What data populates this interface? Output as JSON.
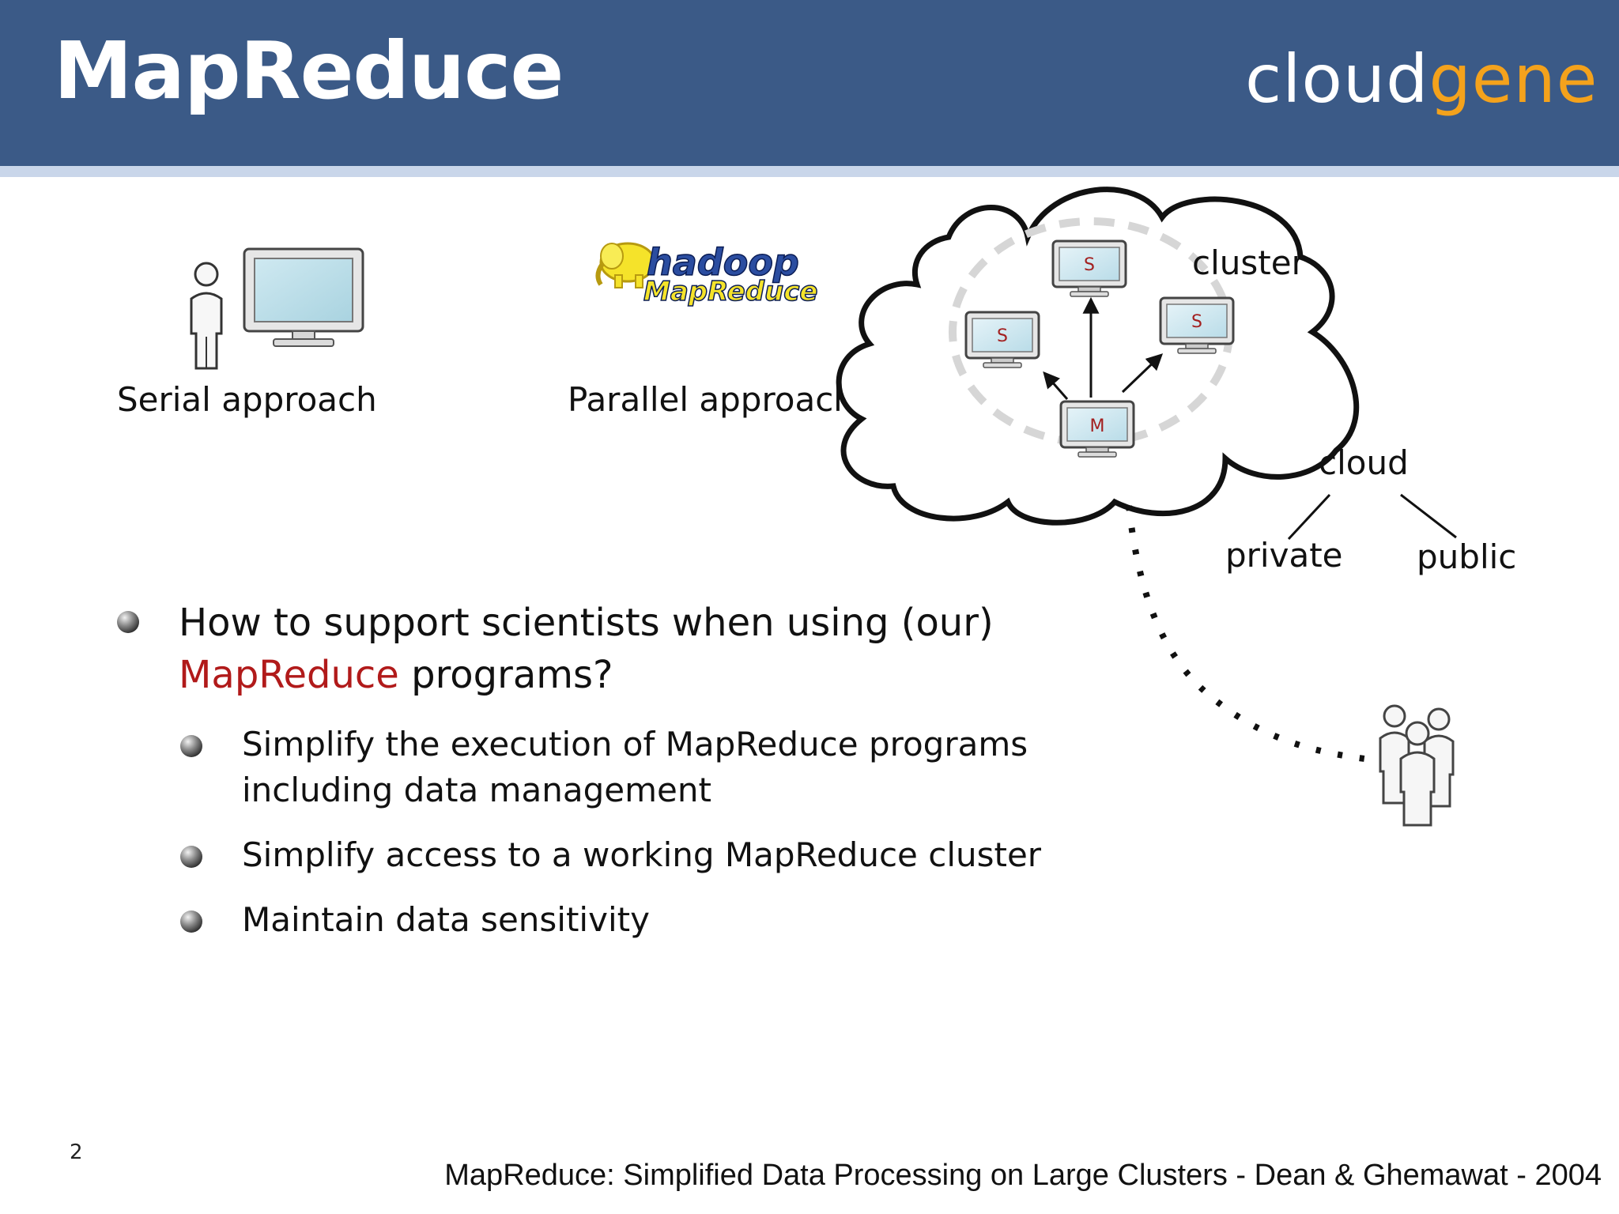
{
  "header": {
    "title": "MapReduce",
    "logo_part1": "cloud",
    "logo_part2": "gene",
    "background_color": "#3b5a87",
    "logo_accent_color": "#f4a21c"
  },
  "diagram": {
    "serial_label": "Serial approach",
    "parallel_label": "Parallel approach",
    "hadoop_logo_word1": "hadoop",
    "hadoop_logo_word2": "MapReduce",
    "cluster_label": "cluster",
    "cloud_label": "cloud",
    "private_label": "private",
    "public_label": "public",
    "slave_node_label": "S",
    "master_node_label": "M"
  },
  "bullets": {
    "main_prefix": "How to support scientists when using (our) ",
    "main_highlight": "MapReduce",
    "main_suffix": " programs?",
    "highlight_color": "#b11a1a",
    "sub": [
      "Simplify the execution of MapReduce programs including data management",
      "Simplify access to a working MapReduce cluster",
      "Maintain data sensitivity"
    ]
  },
  "footer": {
    "slide_number": "2",
    "citation": "MapReduce: Simplified Data Processing on Large Clusters - Dean & Ghemawat - 2004"
  },
  "icons": [
    "person-icon",
    "monitor-icon",
    "hadoop-elephant-icon",
    "cloud-shape-icon",
    "node-monitor-icon",
    "people-group-icon",
    "bullet-icon"
  ]
}
